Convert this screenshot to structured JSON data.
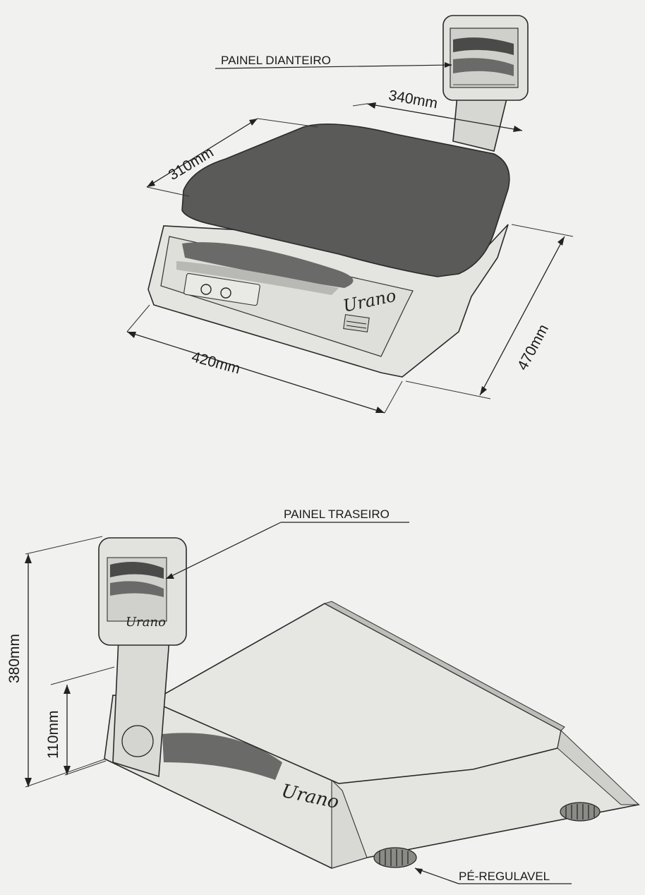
{
  "callouts": {
    "front_panel": "PAINEL DIANTEIRO",
    "rear_panel": "PAINEL TRASEIRO",
    "adjustable_foot": "PÉ-REGULAVEL"
  },
  "dimensions": {
    "platter_width": "340mm",
    "platter_depth": "310mm",
    "base_width": "420mm",
    "base_depth": "470mm",
    "total_height": "380mm",
    "base_height": "110mm"
  },
  "brand": {
    "front": "Urano",
    "rear": "Urano",
    "display_tower": "Urano"
  },
  "colors": {
    "paper": "#f1f1ef",
    "line": "#222222",
    "platter_dark": "#5a5a58",
    "body_light": "#e4e4e0"
  }
}
